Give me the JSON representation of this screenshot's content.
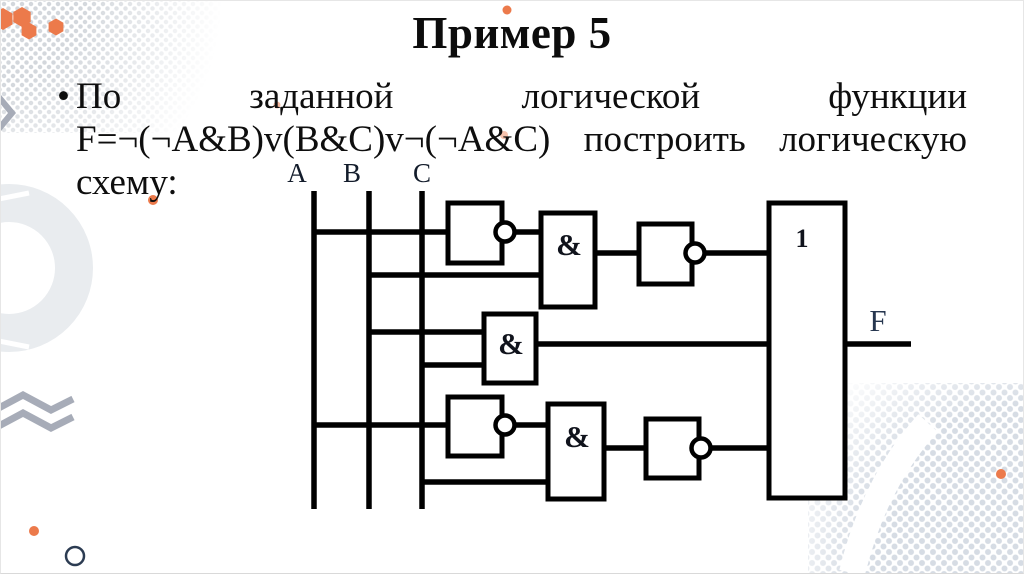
{
  "slide": {
    "title": "Пример 5",
    "bullet": "•",
    "body_lines": [
      "По заданной логической функции",
      "F=¬(¬A&B)v(B&C)v¬(¬A&C) построить логическую",
      "схему:"
    ]
  },
  "circuit": {
    "input_labels": [
      "A",
      "B",
      "C"
    ],
    "gate_and_label": "&",
    "gate_or_label": "1",
    "output_label": "F"
  },
  "colors": {
    "accent_orange": "#EC7A4B",
    "wire_black": "#000000",
    "output_label_navy": "#26364F",
    "decor_gray": "#A7ACB8",
    "ring_gray": "#E9ECEF",
    "dot_gray": "#D5DAE1"
  }
}
